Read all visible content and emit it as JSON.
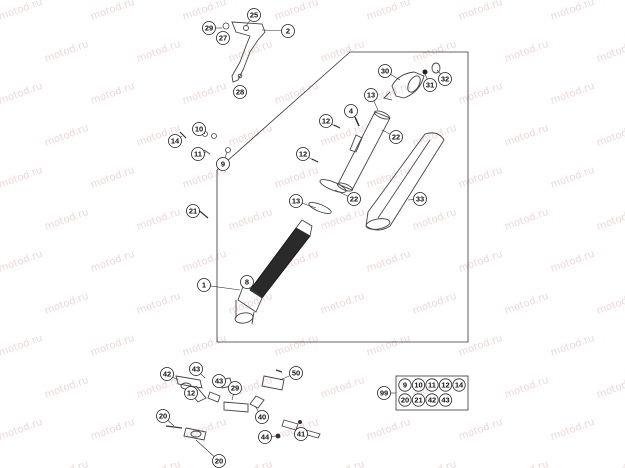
{
  "watermark": "motod.ru",
  "callouts": [
    {
      "key": "p25",
      "label": "25"
    },
    {
      "key": "p29a",
      "label": "29"
    },
    {
      "key": "p27",
      "label": "27"
    },
    {
      "key": "p2",
      "label": "2"
    },
    {
      "key": "p28",
      "label": "28"
    },
    {
      "key": "p30",
      "label": "30"
    },
    {
      "key": "p31",
      "label": "31"
    },
    {
      "key": "p32",
      "label": "32"
    },
    {
      "key": "p13a",
      "label": "13"
    },
    {
      "key": "p4",
      "label": "4"
    },
    {
      "key": "p12a",
      "label": "12"
    },
    {
      "key": "p22a",
      "label": "22"
    },
    {
      "key": "p10",
      "label": "10"
    },
    {
      "key": "p14",
      "label": "14"
    },
    {
      "key": "p11",
      "label": "11"
    },
    {
      "key": "p9",
      "label": "9"
    },
    {
      "key": "p12b",
      "label": "12"
    },
    {
      "key": "p22b",
      "label": "22"
    },
    {
      "key": "p33",
      "label": "33"
    },
    {
      "key": "p13b",
      "label": "13"
    },
    {
      "key": "p21",
      "label": "21"
    },
    {
      "key": "p1",
      "label": "1"
    },
    {
      "key": "p8",
      "label": "8"
    },
    {
      "key": "p42",
      "label": "42"
    },
    {
      "key": "p43",
      "label": "43"
    },
    {
      "key": "p43b",
      "label": "43"
    },
    {
      "key": "p12c",
      "label": "12"
    },
    {
      "key": "p29b",
      "label": "29"
    },
    {
      "key": "p50",
      "label": "50"
    },
    {
      "key": "p40",
      "label": "40"
    },
    {
      "key": "p20a",
      "label": "20"
    },
    {
      "key": "p44",
      "label": "44"
    },
    {
      "key": "p41",
      "label": "41"
    },
    {
      "key": "p20b",
      "label": "20"
    },
    {
      "key": "p99",
      "label": "99"
    }
  ],
  "kit": {
    "label": "99",
    "row1": [
      "9",
      "10",
      "11",
      "12",
      "14"
    ],
    "row2": [
      "20",
      "21",
      "42",
      "43"
    ]
  }
}
